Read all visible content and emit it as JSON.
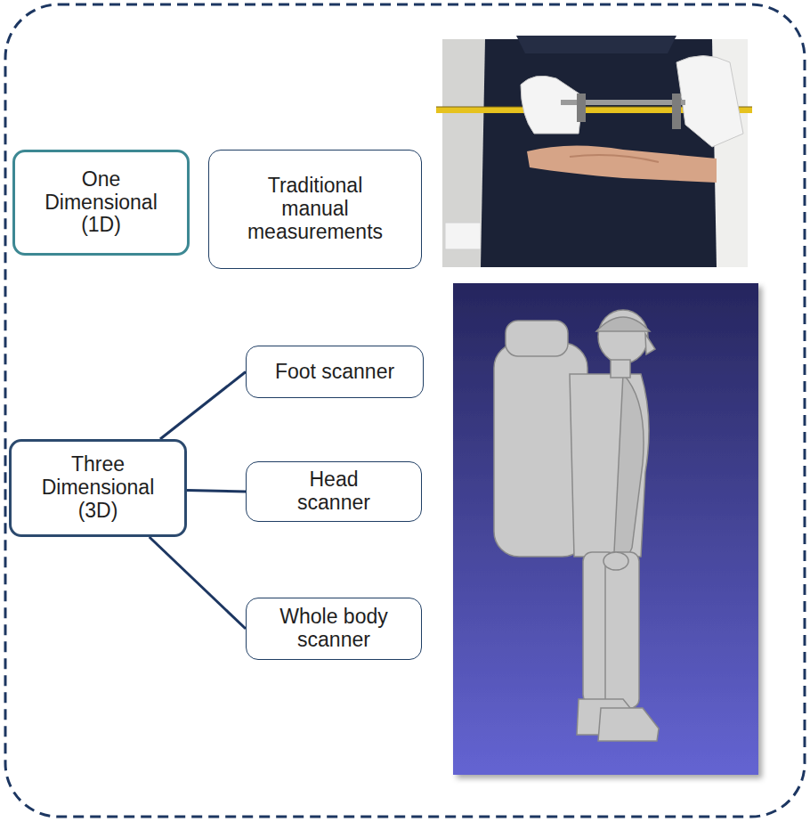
{
  "diagram": {
    "nodes": [
      {
        "text": [
          "One Dimensional (1D)"
        ]
      },
      {
        "text": [
          "Traditional manual measurements"
        ]
      },
      {
        "text": [
          "Three Dimensional (3D)"
        ]
      },
      {
        "text": [
          "Foot scanner"
        ]
      },
      {
        "text": [
          "Head scanner"
        ]
      },
      {
        "text": [
          "Whole body scanner"
        ]
      }
    ],
    "edges": [
      {
        "from": 2,
        "to": 3,
        "arrow": "none"
      },
      {
        "from": 2,
        "to": 4,
        "arrow": "none"
      },
      {
        "from": 2,
        "to": 5,
        "arrow": "none"
      }
    ]
  }
}
